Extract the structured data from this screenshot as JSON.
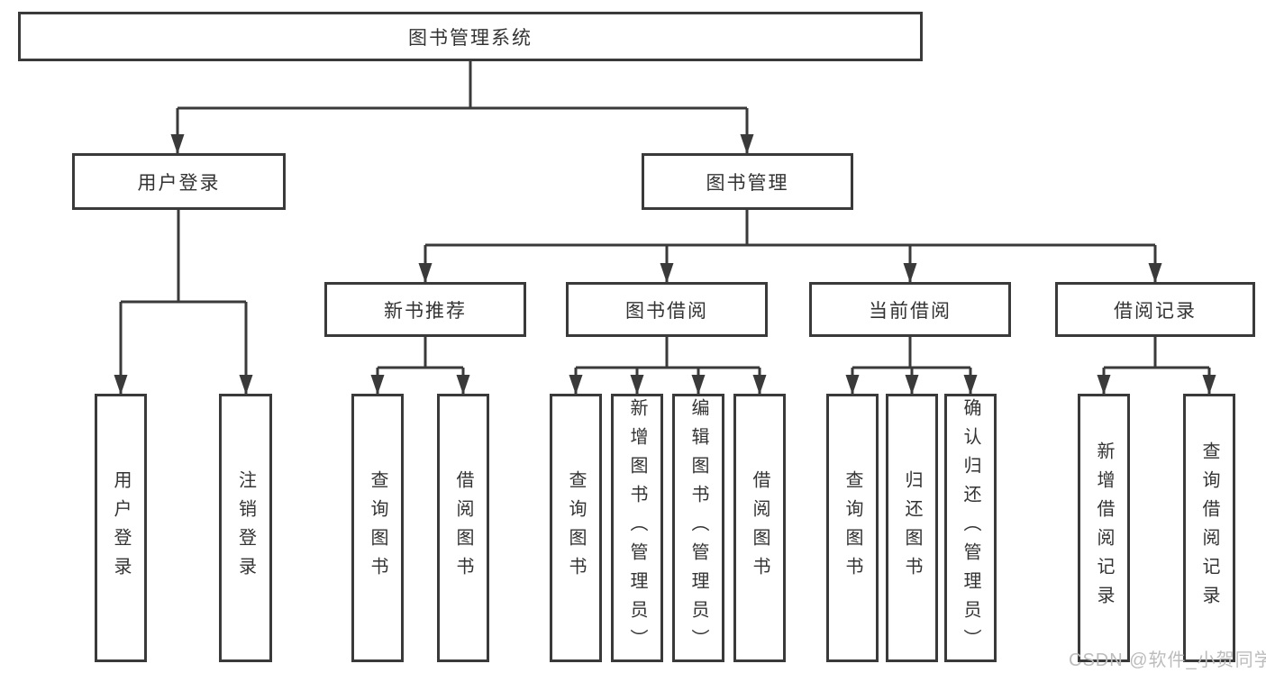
{
  "diagram": {
    "root": {
      "label": "图书管理系统"
    },
    "branches": [
      {
        "label": "用户登录",
        "children": [
          {
            "label": "用户登录"
          },
          {
            "label": "注销登录"
          }
        ]
      },
      {
        "label": "图书管理",
        "children": [
          {
            "label": "新书推荐",
            "children": [
              {
                "label": "查询图书"
              },
              {
                "label": "借阅图书"
              }
            ]
          },
          {
            "label": "图书借阅",
            "children": [
              {
                "label": "查询图书"
              },
              {
                "label": "新增图书（管理员）"
              },
              {
                "label": "编辑图书（管理员）"
              },
              {
                "label": "借阅图书"
              }
            ]
          },
          {
            "label": "当前借阅",
            "children": [
              {
                "label": "查询图书"
              },
              {
                "label": "归还图书"
              },
              {
                "label": "确认归还（管理员）"
              }
            ]
          },
          {
            "label": "借阅记录",
            "children": [
              {
                "label": "新增借阅记录"
              },
              {
                "label": "查询借阅记录"
              }
            ]
          }
        ]
      }
    ]
  },
  "watermark": "CSDN @软件_小贺同学",
  "colors": {
    "line": "#3a3a3a",
    "text": "#333333",
    "watermark": "#bcbcbc",
    "background": "#ffffff"
  }
}
